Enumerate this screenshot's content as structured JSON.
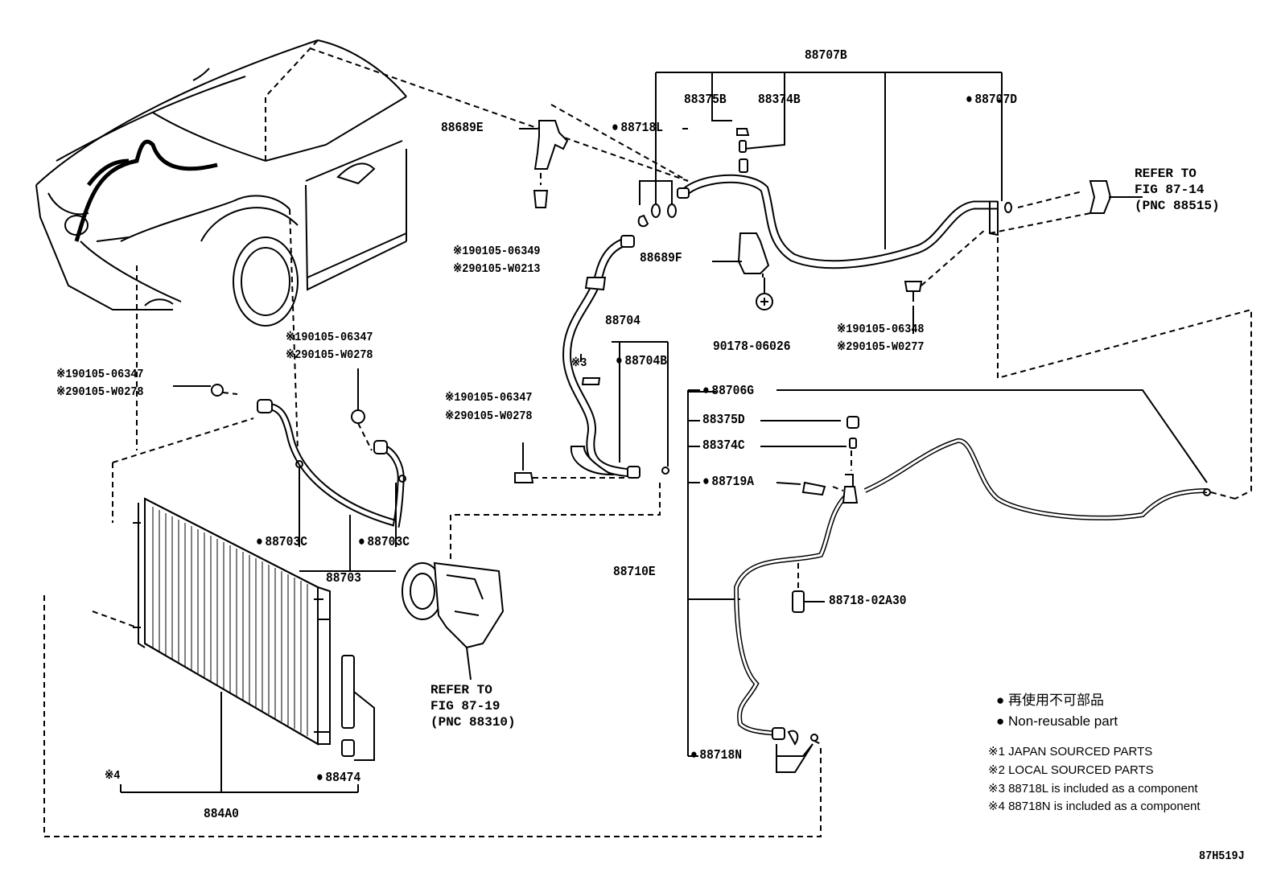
{
  "parts": {
    "p88707B": "88707B",
    "p88375B": "88375B",
    "p88374B": "88374B",
    "p88707D": "88707D",
    "p88689E": "88689E",
    "p88718L": "88718L",
    "p88689F": "88689F",
    "p90178": "90178-06026",
    "p88704": "88704",
    "p88704B": "88704B",
    "mark3": "※3",
    "p88706G": "88706G",
    "p88375D": "88375D",
    "p88374C": "88374C",
    "p88719A": "88719A",
    "p88710E": "88710E",
    "p88718_02A30": "88718-02A30",
    "p88718N": "88718N",
    "p88703C_a": "88703C",
    "p88703C_b": "88703C",
    "p88703": "88703",
    "p88474": "88474",
    "p884A0": "884A0",
    "mark4": "※4"
  },
  "bolts": {
    "b88689E_1": "※190105-06349",
    "b88689E_2": "※290105-W0213",
    "b88707_1": "※190105-06348",
    "b88707_2": "※290105-W0277",
    "b88703_top_1": "※190105-06347",
    "b88703_top_2": "※290105-W0278",
    "b88703_left_1": "※190105-06347",
    "b88703_left_2": "※290105-W0278",
    "b88704_1": "※190105-06347",
    "b88704_2": "※290105-W0278"
  },
  "refs": {
    "r1_line1": "REFER TO",
    "r1_line2": "FIG 87-14",
    "r1_line3": "(PNC 88515)",
    "r2_line1": "REFER TO",
    "r2_line2": "FIG 87-19",
    "r2_line3": "(PNC 88310)"
  },
  "legend": {
    "non_reusable_jp": "再使用不可部品",
    "non_reusable_en": "Non-reusable part",
    "note1": "※1 JAPAN SOURCED PARTS",
    "note2": "※2 LOCAL SOURCED PARTS",
    "note3": "※3 88718L is included as a component",
    "note4": "※4 88718N is included as a component"
  },
  "figure_code": "87H519J"
}
